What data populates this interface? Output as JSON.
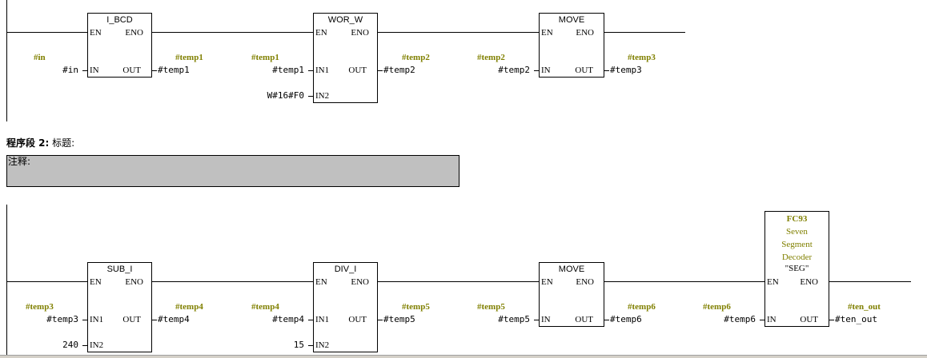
{
  "network1": {
    "blocks": [
      {
        "name": "I_BCD",
        "en": "EN",
        "eno": "ENO",
        "in1_label": "IN",
        "out_label": "OUT",
        "in1_sym": "#in",
        "in1_op": "#in",
        "out_sym": "#temp1",
        "out_op": "#temp1"
      },
      {
        "name": "WOR_W",
        "en": "EN",
        "eno": "ENO",
        "in1_label": "IN1",
        "in2_label": "IN2",
        "out_label": "OUT",
        "in1_sym": "#temp1",
        "in1_op": "#temp1",
        "in2_op": "W#16#F0",
        "out_sym": "#temp2",
        "out_op": "#temp2"
      },
      {
        "name": "MOVE",
        "en": "EN",
        "eno": "ENO",
        "in1_label": "IN",
        "out_label": "OUT",
        "in1_sym": "#temp2",
        "in1_op": "#temp2",
        "out_sym": "#temp3",
        "out_op": "#temp3"
      }
    ]
  },
  "network2": {
    "header_bold": "程序段 2",
    "header_sep": ":",
    "header_title": "标题:",
    "comment": "注释:",
    "blocks": [
      {
        "name": "SUB_I",
        "en": "EN",
        "eno": "ENO",
        "in1_label": "IN1",
        "in2_label": "IN2",
        "out_label": "OUT",
        "in1_sym": "#temp3",
        "in1_op": "#temp3",
        "in2_op": "240",
        "out_sym": "#temp4",
        "out_op": "#temp4"
      },
      {
        "name": "DIV_I",
        "en": "EN",
        "eno": "ENO",
        "in1_label": "IN1",
        "in2_label": "IN2",
        "out_label": "OUT",
        "in1_sym": "#temp4",
        "in1_op": "#temp4",
        "in2_op": "15",
        "out_sym": "#temp5",
        "out_op": "#temp5"
      },
      {
        "name": "MOVE",
        "en": "EN",
        "eno": "ENO",
        "in1_label": "IN",
        "out_label": "OUT",
        "in1_sym": "#temp5",
        "in1_op": "#temp5",
        "out_sym": "#temp6",
        "out_op": "#temp6"
      },
      {
        "fc_number": "FC93",
        "fc_line1": "Seven",
        "fc_line2": "Segment",
        "fc_line3": "Decoder",
        "fc_symbol": "\"SEG\"",
        "en": "EN",
        "eno": "ENO",
        "in1_label": "IN",
        "out_label": "OUT",
        "in1_sym": "#temp6",
        "in1_op": "#temp6",
        "out_sym": "#ten_out",
        "out_op": "#ten_out"
      }
    ]
  },
  "colors": {
    "symbol": "#808000",
    "comment_bg": "#c0c0c0"
  }
}
